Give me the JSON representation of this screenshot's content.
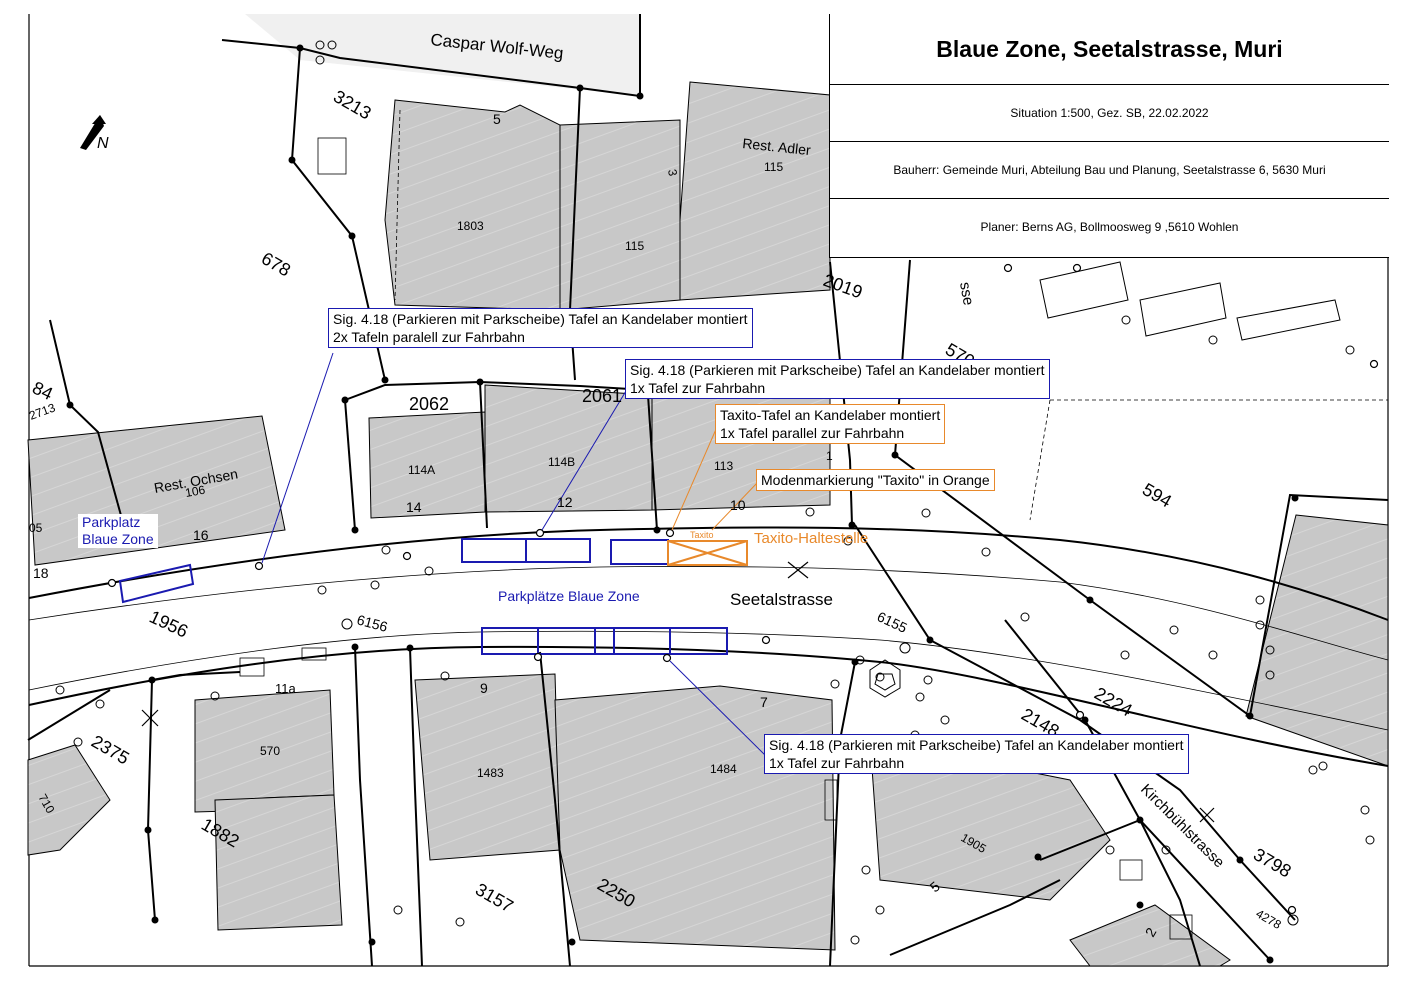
{
  "title": "Blaue Zone, Seetalstrasse, Muri",
  "title_rows": {
    "situation": "Situation 1:500, Gez. SB, 22.02.2022",
    "bauherr": "Bauherr: Gemeinde Muri, Abteilung Bau und Planung, Seetalstrasse 6, 5630 Muri",
    "planer": "Planer: Berns AG, Bollmoosweg 9 ,5610 Wohlen"
  },
  "north_arrow": {
    "icon": "north-arrow-icon",
    "label": "N"
  },
  "callouts": {
    "sig1": {
      "line1": "Sig. 4.18 (Parkieren mit Parkscheibe) Tafel an Kandelaber montiert",
      "line2": "2x Tafeln paralell zur Fahrbahn"
    },
    "sig2": {
      "line1": "Sig. 4.18 (Parkieren mit Parkscheibe) Tafel an Kandelaber montiert",
      "line2": "1x Tafel zur Fahrbahn"
    },
    "taxito_tafel": {
      "line1": "Taxito-Tafel an Kandelaber montiert",
      "line2": "1x Tafel parallel zur Fahrbahn"
    },
    "marking": {
      "line1": "Modenmarkierung \"Taxito\" in Orange"
    },
    "sig3": {
      "line1": "Sig. 4.18 (Parkieren mit Parkscheibe) Tafel an Kandelaber montiert",
      "line2": "1x Tafel zur Fahrbahn"
    }
  },
  "map_labels": {
    "parkplatz_line1": "Parkplatz",
    "parkplatz_line2": "Blaue Zone",
    "parkplaetze": "Parkplätze Blaue Zone",
    "taxito_halt": "Taxito-Haltestelle",
    "taxito_small": "Taxito",
    "street_seetal": "Seetalstrasse",
    "street_caspar": "Caspar Wolf-Weg",
    "street_kirch": "Kirchbühlstrasse",
    "street_partial": "sse",
    "rest_adler": "Rest. Adler",
    "rest_ochsen": "Rest. Ochsen",
    "parcels": [
      "3213",
      "678",
      "2062",
      "2061",
      "2019",
      "1956",
      "6156",
      "6155",
      "594",
      "2224",
      "2148",
      "2375",
      "1882",
      "3157",
      "2250",
      "3798",
      "4278",
      "570",
      "2713",
      "84"
    ],
    "buildings": [
      "1803",
      "115",
      "115",
      "5",
      "3",
      "114A",
      "114B",
      "113",
      "14",
      "12",
      "10",
      "16",
      "106",
      "18",
      "05",
      "11a",
      "570",
      "9",
      "1483",
      "7",
      "1484",
      "1905",
      "5",
      "710",
      "2",
      "1"
    ]
  },
  "colors": {
    "blue": "#1a1ab0",
    "orange": "#e8892b",
    "building": "#c8c8c8",
    "line": "#000000"
  }
}
